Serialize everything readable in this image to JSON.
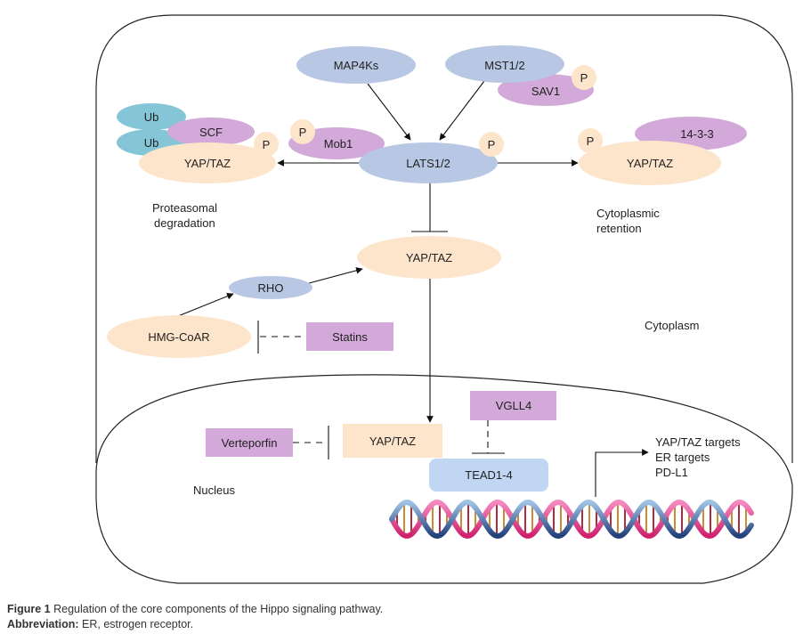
{
  "colors": {
    "blue_node": "#b7c7e4",
    "purple_node": "#d2a9d8",
    "peach_node": "#fde5cc",
    "ub_node": "#84c6d8",
    "tead_box": "#c0d6f2",
    "line": "#111111"
  },
  "nodes": {
    "map4ks": "MAP4Ks",
    "mst12": "MST1/2",
    "sav1": "SAV1",
    "lats12": "LATS1/2",
    "mob1": "Mob1",
    "ub_top": "Ub",
    "ub_bottom": "Ub",
    "scf": "SCF",
    "yap_taz_degraded": "YAP/TAZ",
    "yap_taz_retained": "YAP/TAZ",
    "protein_1433": "14-3-3",
    "yap_taz_active": "YAP/TAZ",
    "rho": "RHO",
    "hmg_coar": "HMG-CoAR",
    "statins": "Statins",
    "verteporfin": "Verteporfin",
    "yap_taz_nuclear": "YAP/TAZ",
    "vgll4": "VGLL4",
    "tead": "TEAD1-4",
    "phospho": "P"
  },
  "labels": {
    "proteasomal_line1": "Proteasomal",
    "proteasomal_line2": "degradation",
    "retention_line1": "Cytoplasmic",
    "retention_line2": "retention",
    "cytoplasm": "Cytoplasm",
    "nucleus": "Nucleus",
    "targets": [
      "YAP/TAZ targets",
      "ER targets",
      "PD-L1"
    ]
  },
  "caption": {
    "figure_label": "Figure 1",
    "figure_text": "Regulation of the core components of the Hippo signaling pathway.",
    "abbrev_label": "Abbreviation:",
    "abbrev_text": "ER, estrogen receptor."
  }
}
